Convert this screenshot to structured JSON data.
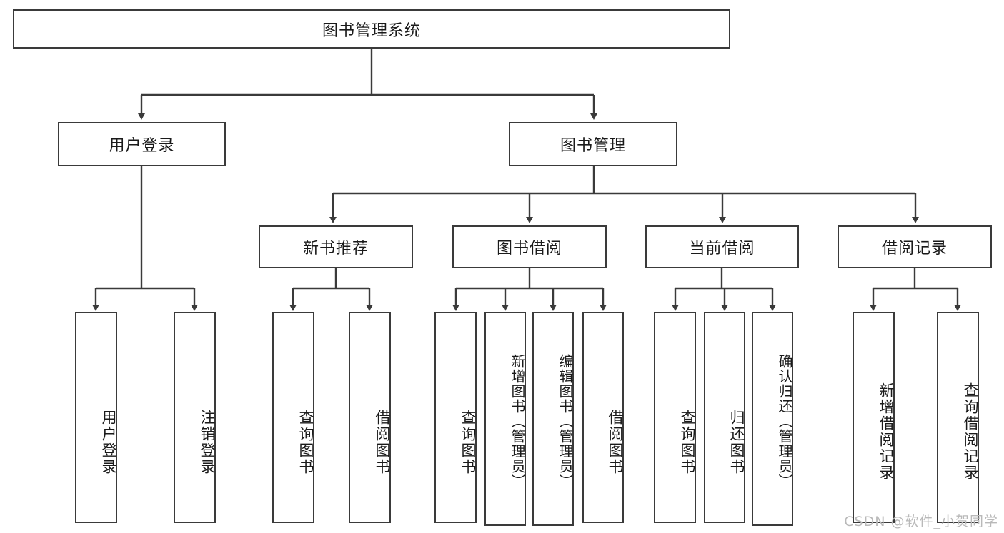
{
  "diagram": {
    "type": "tree",
    "title": "图书管理系统",
    "watermark": "CSDN @软件_小贺同学",
    "line_color": "#3a3a3a",
    "box_fill": "#ffffff",
    "text_color": "#1a1a1a",
    "nodes": {
      "root": {
        "label": "图书管理系统",
        "level": 1,
        "orientation": "horizontal"
      },
      "l2": [
        {
          "id": "user-login",
          "label": "用户登录",
          "level": 2,
          "orientation": "horizontal"
        },
        {
          "id": "book-manage",
          "label": "图书管理",
          "level": 2,
          "orientation": "horizontal"
        }
      ],
      "l3": [
        {
          "id": "new-book-recommend",
          "label": "新书推荐",
          "level": 3,
          "orientation": "horizontal",
          "parent": "book-manage"
        },
        {
          "id": "book-borrow",
          "label": "图书借阅",
          "level": 3,
          "orientation": "horizontal",
          "parent": "book-manage"
        },
        {
          "id": "current-borrow",
          "label": "当前借阅",
          "level": 3,
          "orientation": "horizontal",
          "parent": "book-manage"
        },
        {
          "id": "borrow-record",
          "label": "借阅记录",
          "level": 3,
          "orientation": "horizontal",
          "parent": "book-manage"
        }
      ],
      "leaves": [
        {
          "id": "leaf-user-login",
          "label": "用户登录",
          "parent": "user-login",
          "orientation": "vertical"
        },
        {
          "id": "leaf-logout-login",
          "label": "注销登录",
          "parent": "user-login",
          "orientation": "vertical"
        },
        {
          "id": "leaf-query-book-1",
          "label": "查询图书",
          "parent": "new-book-recommend",
          "orientation": "vertical"
        },
        {
          "id": "leaf-borrow-book-1",
          "label": "借阅图书",
          "parent": "new-book-recommend",
          "orientation": "vertical"
        },
        {
          "id": "leaf-query-book-2",
          "label": "查询图书",
          "parent": "book-borrow",
          "orientation": "vertical"
        },
        {
          "id": "leaf-add-book",
          "label": "新增图书（管理员）",
          "parent": "book-borrow",
          "orientation": "vertical"
        },
        {
          "id": "leaf-edit-book",
          "label": "编辑图书（管理员）",
          "parent": "book-borrow",
          "orientation": "vertical"
        },
        {
          "id": "leaf-borrow-book-2",
          "label": "借阅图书",
          "parent": "book-borrow",
          "orientation": "vertical"
        },
        {
          "id": "leaf-query-book-3",
          "label": "查询图书",
          "parent": "current-borrow",
          "orientation": "vertical"
        },
        {
          "id": "leaf-return-book",
          "label": "归还图书",
          "parent": "current-borrow",
          "orientation": "vertical"
        },
        {
          "id": "leaf-confirm-return",
          "label": "确认归还（管理员）",
          "parent": "current-borrow",
          "orientation": "vertical"
        },
        {
          "id": "leaf-add-record",
          "label": "新增借阅记录",
          "parent": "borrow-record",
          "orientation": "vertical"
        },
        {
          "id": "leaf-query-record",
          "label": "查询借阅记录",
          "parent": "borrow-record",
          "orientation": "vertical"
        }
      ]
    }
  }
}
